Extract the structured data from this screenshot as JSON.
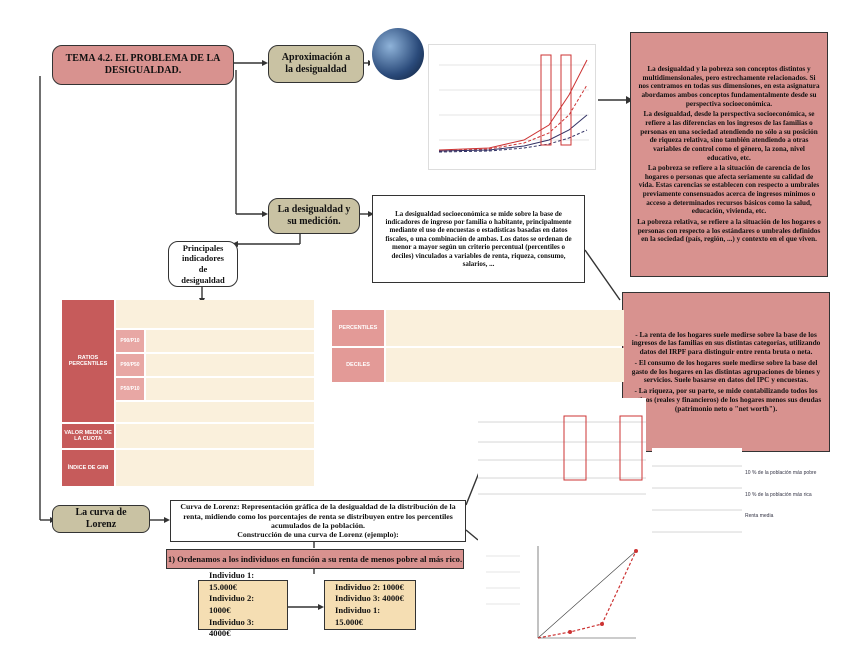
{
  "nodes": {
    "tema": "TEMA 4.2. EL PROBLEMA DE LA DESIGUALDAD.",
    "aproximacion": "Aproximación a la desigualdad",
    "medicion": "La desigualdad y su medición.",
    "indicadores": "Principales indicadores de desigualdad",
    "lorenz": "La curva de Lorenz"
  },
  "right_text": {
    "p1": "La desigualdad y la pobreza son conceptos distintos y multidimensionales, pero estrechamente relacionados. Si nos centramos en todas sus dimensiones, en esta asignatura abordamos ambos conceptos fundamentalmente desde su perspectiva socioeconómica.",
    "p2": "La desigualdad, desde la perspectiva socioeconómica, se refiere a las diferencias en los ingresos de las familias o personas en una sociedad atendiendo no sólo a su posición de riqueza relativa, sino también atendiendo a otras variables de control como el género, la zona, nivel educativo, etc.",
    "p3": "La pobreza se refiere a la situación de carencia de los hogares o personas que afecta seriamente su calidad de vida. Estas carencias se establecen con respecto a umbrales previamente consensuados acerca de ingresos mínimos o acceso a determinados recursos básicos como la salud, educación, vivienda, etc.",
    "p4": "La pobreza relativa, se refiere a la situación de los hogares o personas con respecto a los estándares o umbrales definidos en la sociedad (país, región, ...) y contexto en el que viven."
  },
  "medicion_text": "La desigualdad socioeconómica se mide sobre la base de indicadores de ingreso por familia o habitante, principalmente mediante el uso de encuestas o estadísticas basadas en datos fiscales, o una combinación de ambas. Los datos se ordenan de menor a mayor según un criterio percentual (percentiles o deciles) vinculados a variables de renta, riqueza, consumo, salarios, ...",
  "renta_text": {
    "p1": "- La renta de los hogares suele medirse sobre la base de los ingresos de las familias en sus distintas categorías, utilizando datos del IRPF para distinguir entre renta bruta o neta.",
    "p2": "- El consumo de los hogares suele medirse sobre la base del gasto de los hogares en las distintas agrupaciones de bienes y servicios. Suele basarse en datos del IPC y encuestas.",
    "p3": "- La riqueza, por su parte, se mide contabilizando todos los activos (reales y financieros) de los hogares menos sus deudas (patrimonio neto o \"net worth\")."
  },
  "lorenz_def": {
    "l1": "Curva de Lorenz: Representación gráfica de la desigualdad de la distribución de la renta, midiendo como los porcentajes de renta se distribuyen entre los percentiles acumulados de la población.",
    "l2": "Construcción de una curva de Lorenz (ejemplo):"
  },
  "step1": "1) Ordenamos a los individuos en función a su renta de menos pobre al más rico.",
  "individuals_left": [
    "Individuo 1: 15.000€",
    "Individuo 2: 1000€",
    "Individuo 3: 4000€"
  ],
  "individuals_right": [
    "Individuo 2: 1000€",
    "Individuo 3: 4000€",
    "Individuo 1: 15.000€"
  ],
  "indicator_table": {
    "rows": [
      {
        "label": "RATIOS PERCENTILES",
        "subs": [
          "P90/P10",
          "P90/P50",
          "P50/P10"
        ]
      },
      {
        "label": "VALOR MEDIO DE LA CUOTA",
        "subs": []
      },
      {
        "label": "ÍNDICE DE GINI",
        "subs": []
      }
    ]
  },
  "deciles_table": {
    "rows": [
      "PERCENTILES",
      "DECILES"
    ]
  },
  "right_list": [
    "10 % de la población más pobre",
    "10 % de la población más rica",
    "Renta media"
  ],
  "colors": {
    "pink": "#d8928f",
    "olive": "#c9c2a3",
    "cream": "#f5deb3",
    "red": "#c65b5b"
  }
}
